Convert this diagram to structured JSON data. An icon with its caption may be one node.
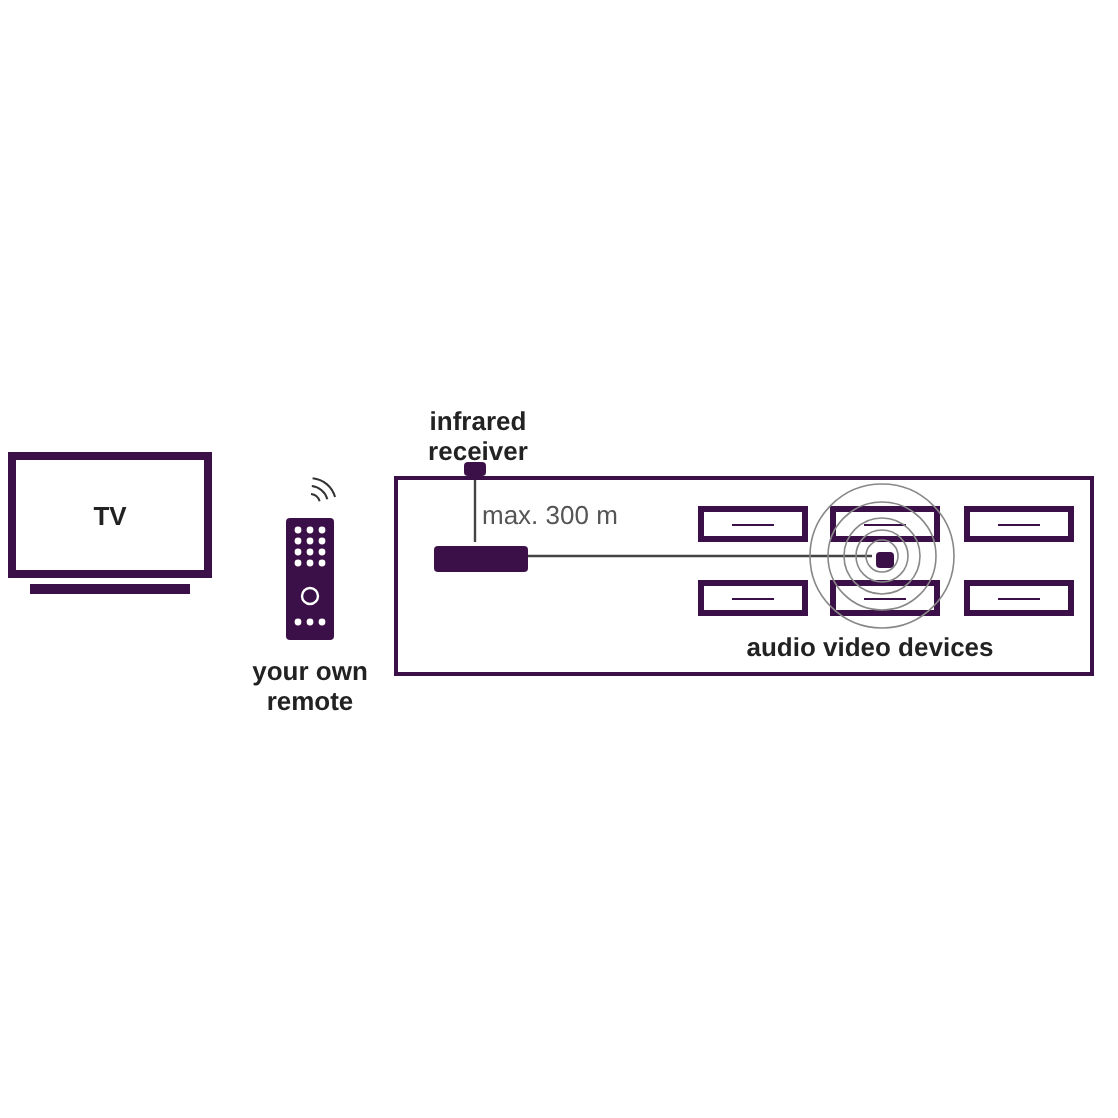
{
  "diagram": {
    "nodes": [
      {
        "text": [
          "TV"
        ]
      },
      {
        "text": [],
        "shape": "picture",
        "beside": [
          "your own remote"
        ]
      },
      {
        "text": [],
        "shape": "box"
      },
      {
        "text": [],
        "shape": "box",
        "beside": [
          "infrared receiver"
        ]
      },
      {
        "text": [],
        "shape": "bar",
        "in": 2
      },
      {
        "text": [],
        "shape": "box",
        "in": 2
      },
      {
        "text": [],
        "shape": "box",
        "in": 2
      },
      {
        "text": [],
        "shape": "box",
        "in": 2
      },
      {
        "text": [],
        "shape": "box",
        "in": 2
      },
      {
        "text": [],
        "shape": "box",
        "in": 2
      },
      {
        "text": [],
        "shape": "box",
        "in": 2
      },
      {
        "text": [],
        "shape": "box",
        "in": 2
      }
    ],
    "edges": [
      {
        "from": 3,
        "to": 4,
        "arrow": "none"
      },
      {
        "from": 4,
        "to": 5,
        "arrow": "none"
      }
    ],
    "labels": [
      "max. 300 m",
      "audio video devices"
    ]
  }
}
